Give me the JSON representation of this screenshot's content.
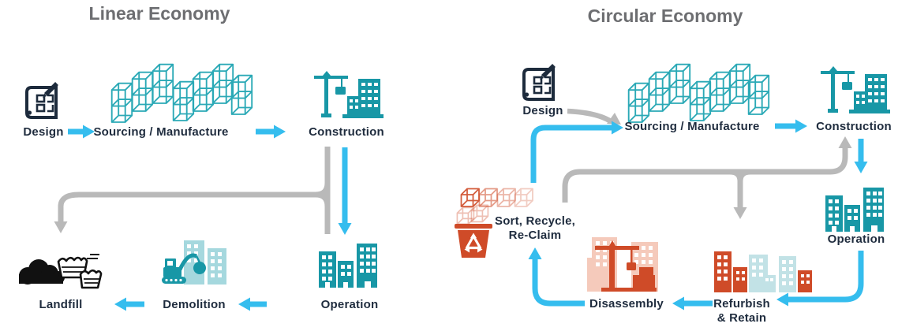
{
  "left": {
    "title": "Linear Economy",
    "nodes": {
      "design": "Design",
      "sourcing": "Sourcing / Manufacture",
      "construction": "Construction",
      "operation": "Operation",
      "demolition": "Demolition",
      "landfill": "Landfill"
    }
  },
  "right": {
    "title": "Circular Economy",
    "nodes": {
      "design": "Design",
      "sourcing": "Sourcing / Manufacture",
      "construction": "Construction",
      "operation": "Operation",
      "refurbish_line1": "Refurbish",
      "refurbish_line2": "& Retain",
      "disassembly": "Disassembly",
      "sort_line1": "Sort, Recycle,",
      "sort_line2": "Re-Claim"
    }
  },
  "colors": {
    "flow_cyan": "#35bdee",
    "alt_gray": "#b9b9b9",
    "icon_teal": "#1897a6",
    "icon_teal_light": "#a5d8de",
    "cube_teal": "#2ba9b6",
    "label_navy": "#1f2c3e",
    "title_gray": "#6d6e71",
    "accent_orange": "#cf4b28",
    "pale_salmon": "#f5cabb",
    "pale_teal": "#c2e2e6",
    "landfill_black": "#111111"
  }
}
